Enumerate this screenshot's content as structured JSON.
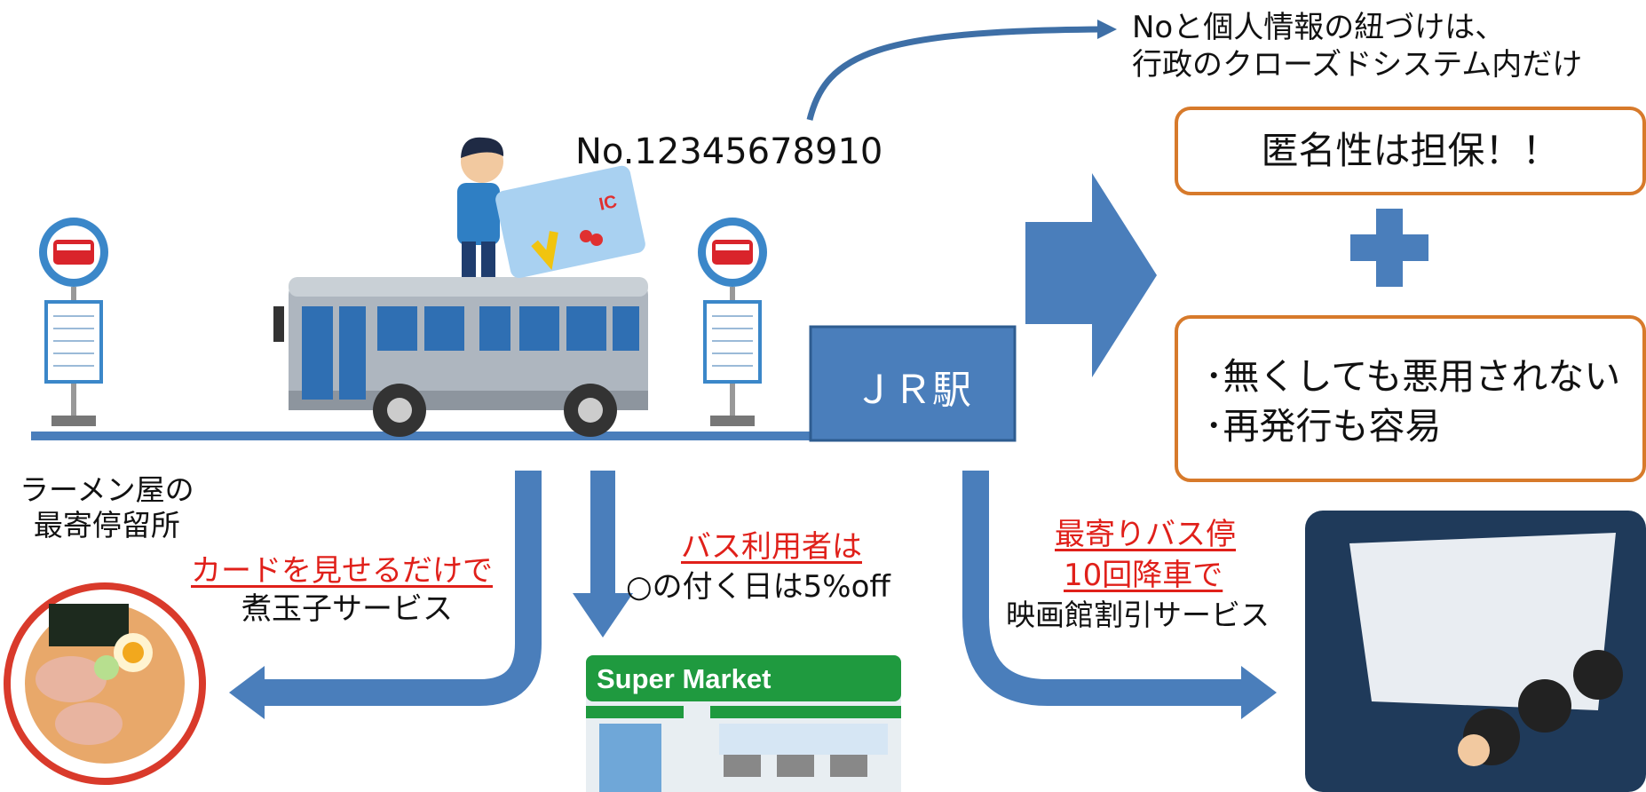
{
  "top_note": {
    "line1": "Noと個人情報の紐づけは、",
    "line2": "行政のクローズドシステム内だけ"
  },
  "card_number": "No.12345678910",
  "card_logo": {
    "ic": "IC"
  },
  "station_label": "ＪＲ駅",
  "anonymity_box": "匿名性は担保！！",
  "benefits_box": {
    "line1": "･無くしても悪用されない",
    "line2": "･再発行も容易"
  },
  "ramen": {
    "stop_line1": "ラーメン屋の",
    "stop_line2": "最寄停留所",
    "condition": "カードを見せるだけで",
    "service": "煮玉子サービス"
  },
  "supermarket": {
    "condition": "バス利用者は",
    "service": "○の付く日は5%off",
    "sign": "Super Market"
  },
  "cinema": {
    "condition_line1": "最寄りバス停",
    "condition_line2": "10回降車で",
    "service": "映画館割引サービス"
  },
  "colors": {
    "arrow_blue": "#4a7ebb",
    "box_orange": "#d77a2b",
    "red_text": "#e0201a",
    "store_green": "#1f9a3f"
  }
}
